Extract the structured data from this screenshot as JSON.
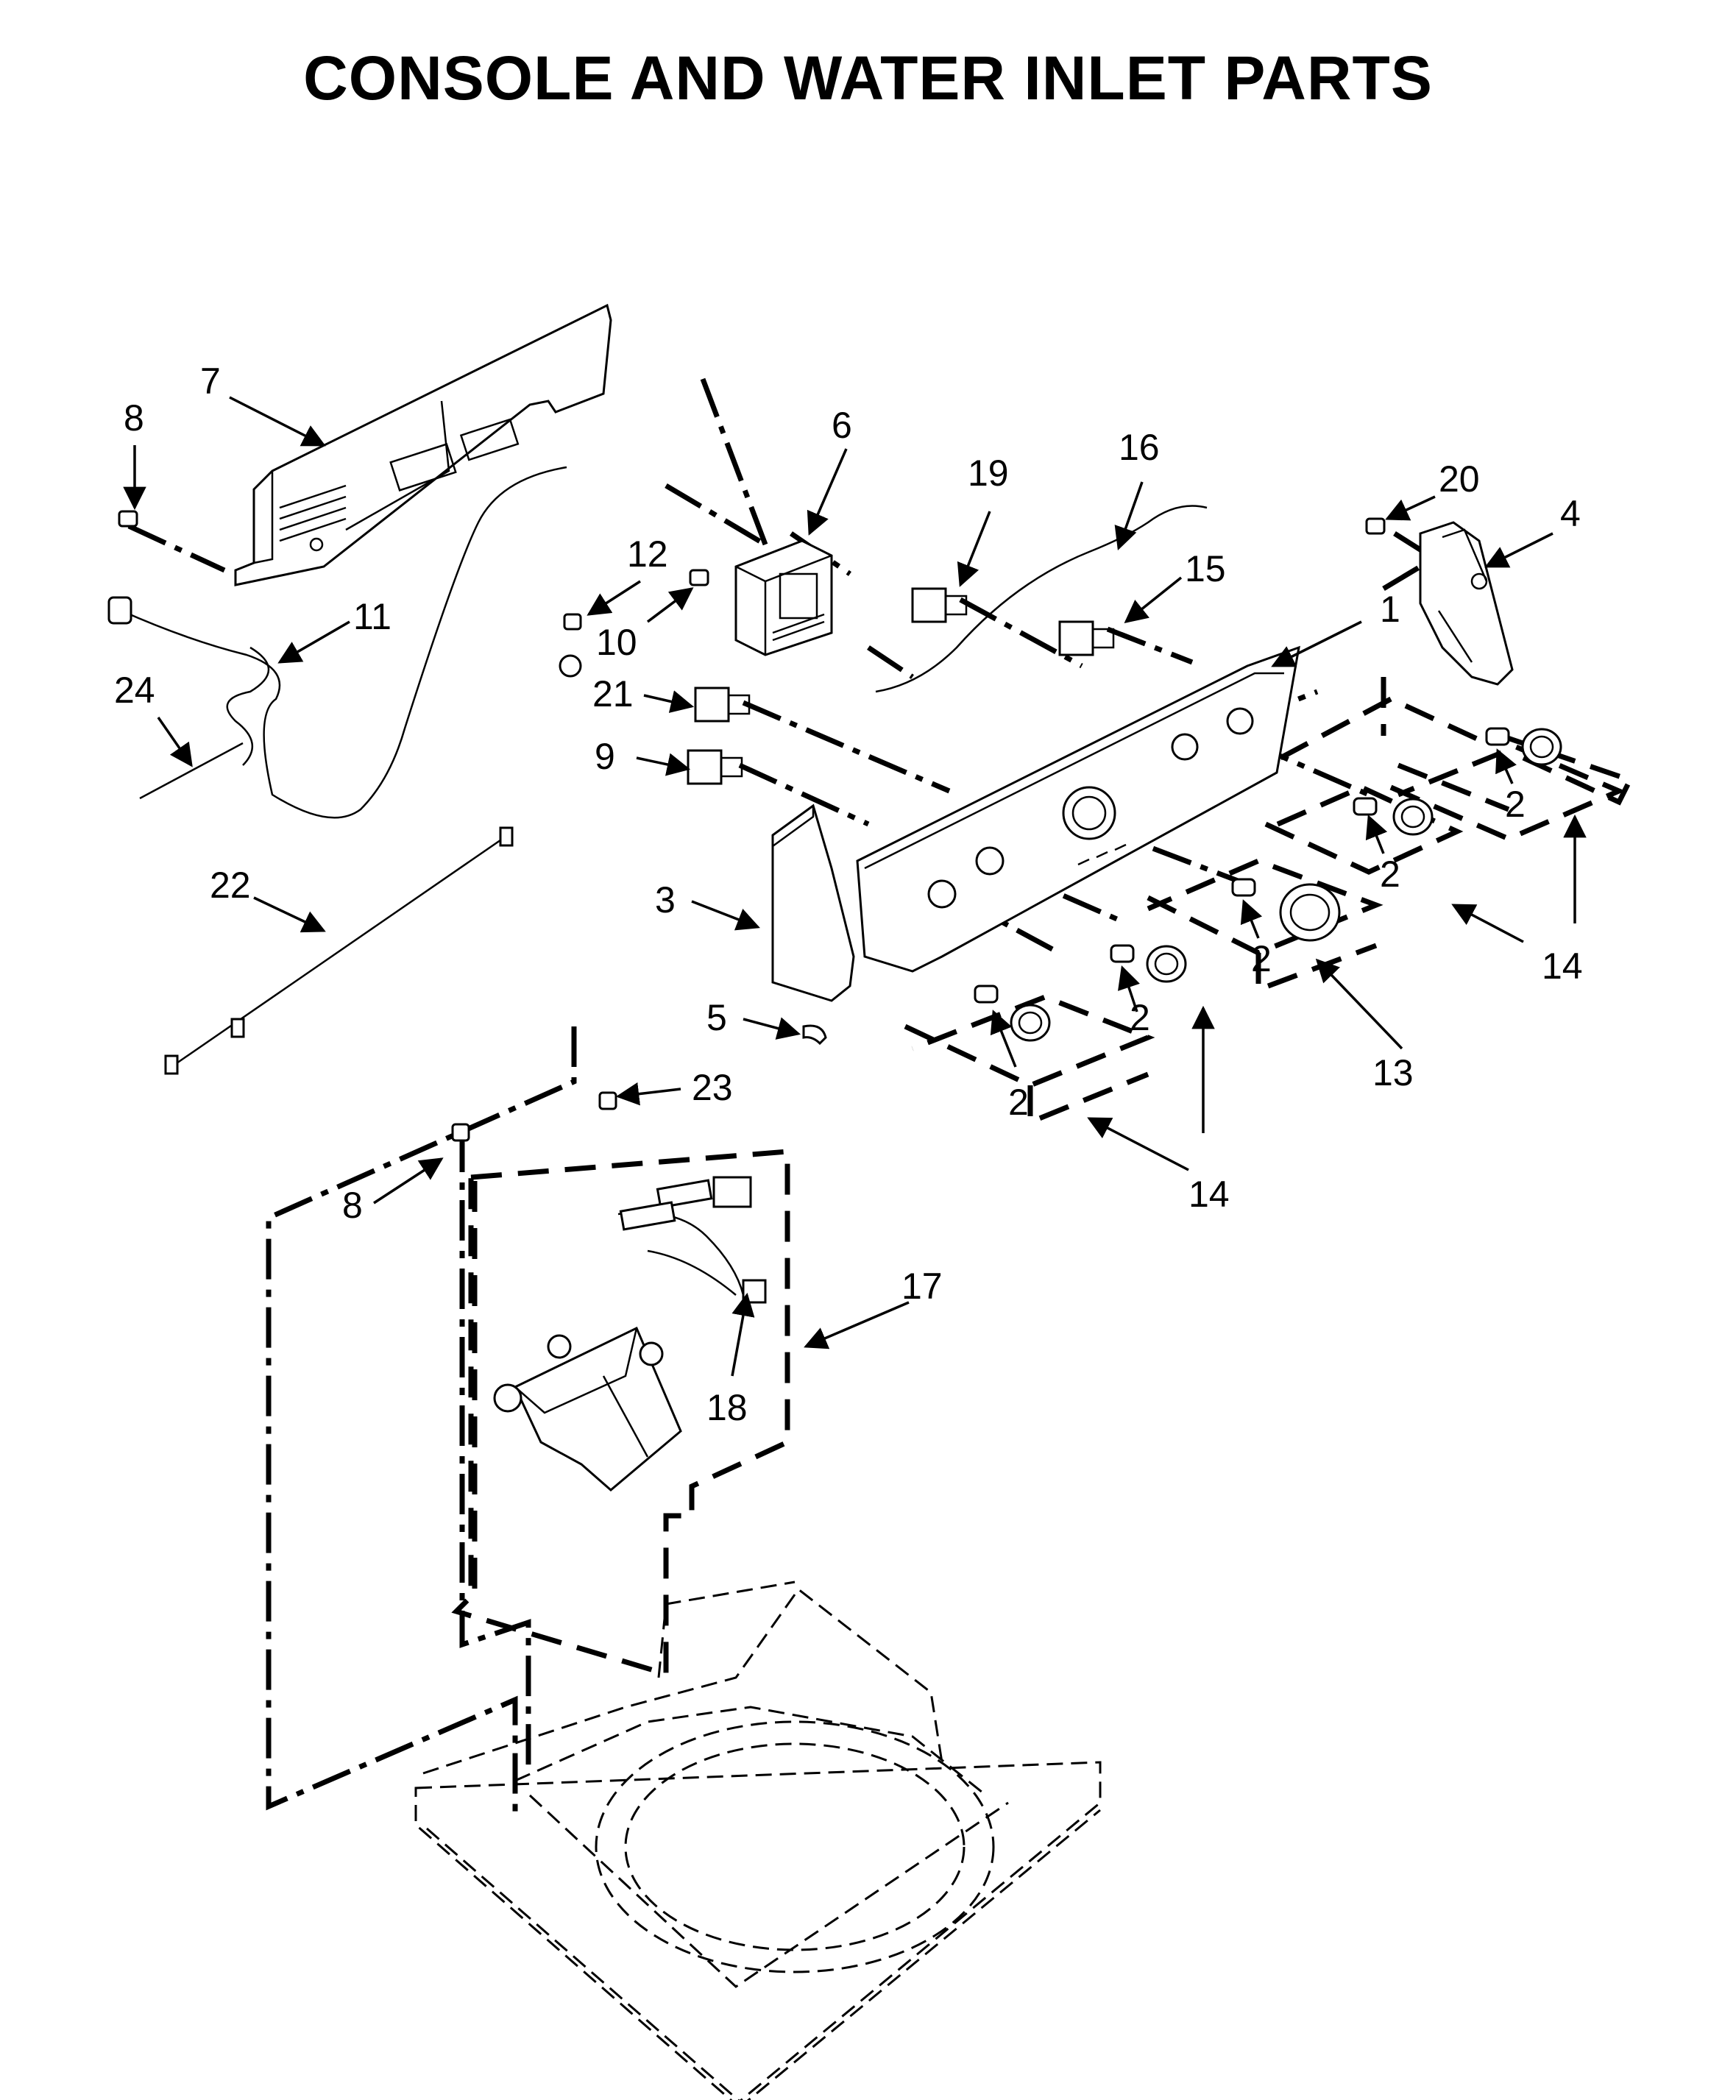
{
  "title": "CONSOLE AND WATER INLET PARTS",
  "callouts": [
    "1",
    "2",
    "2",
    "2",
    "2",
    "2",
    "2",
    "3",
    "4",
    "5",
    "6",
    "7",
    "8",
    "8",
    "9",
    "10",
    "11",
    "12",
    "13",
    "14",
    "14",
    "14",
    "15",
    "16",
    "17",
    "18",
    "19",
    "20",
    "21",
    "22",
    "23",
    "24"
  ]
}
